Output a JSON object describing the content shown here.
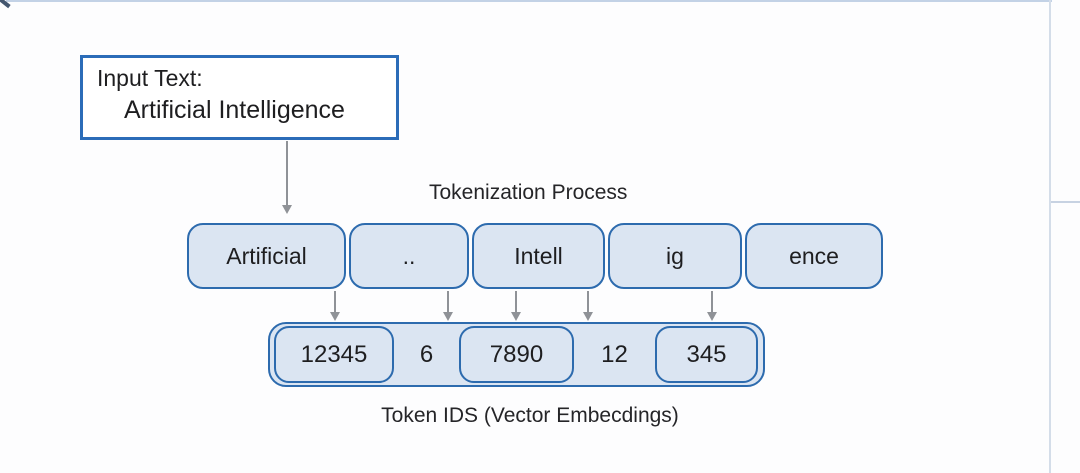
{
  "colors": {
    "background": "#fdfdfe",
    "box_border_blue": "#2d6bae",
    "input_border_blue": "#2b6cb8",
    "box_fill_light_blue": "#dbe5f2",
    "arrow_gray": "#8f9297",
    "text_dark": "#1e1e20",
    "hairline_light_blue": "#c3d2e6"
  },
  "diagram": {
    "input_box": {
      "label": "Input Text:",
      "value": "Artificial Intelligence"
    },
    "process_label": "Tokenization Process",
    "tokens": [
      "Artificial",
      "..",
      "Intell",
      "ig",
      "ence"
    ],
    "token_ids": [
      "12345",
      "6",
      "7890",
      "12",
      "345"
    ],
    "ids_caption": "Token IDS (Vector Embecdings)"
  }
}
